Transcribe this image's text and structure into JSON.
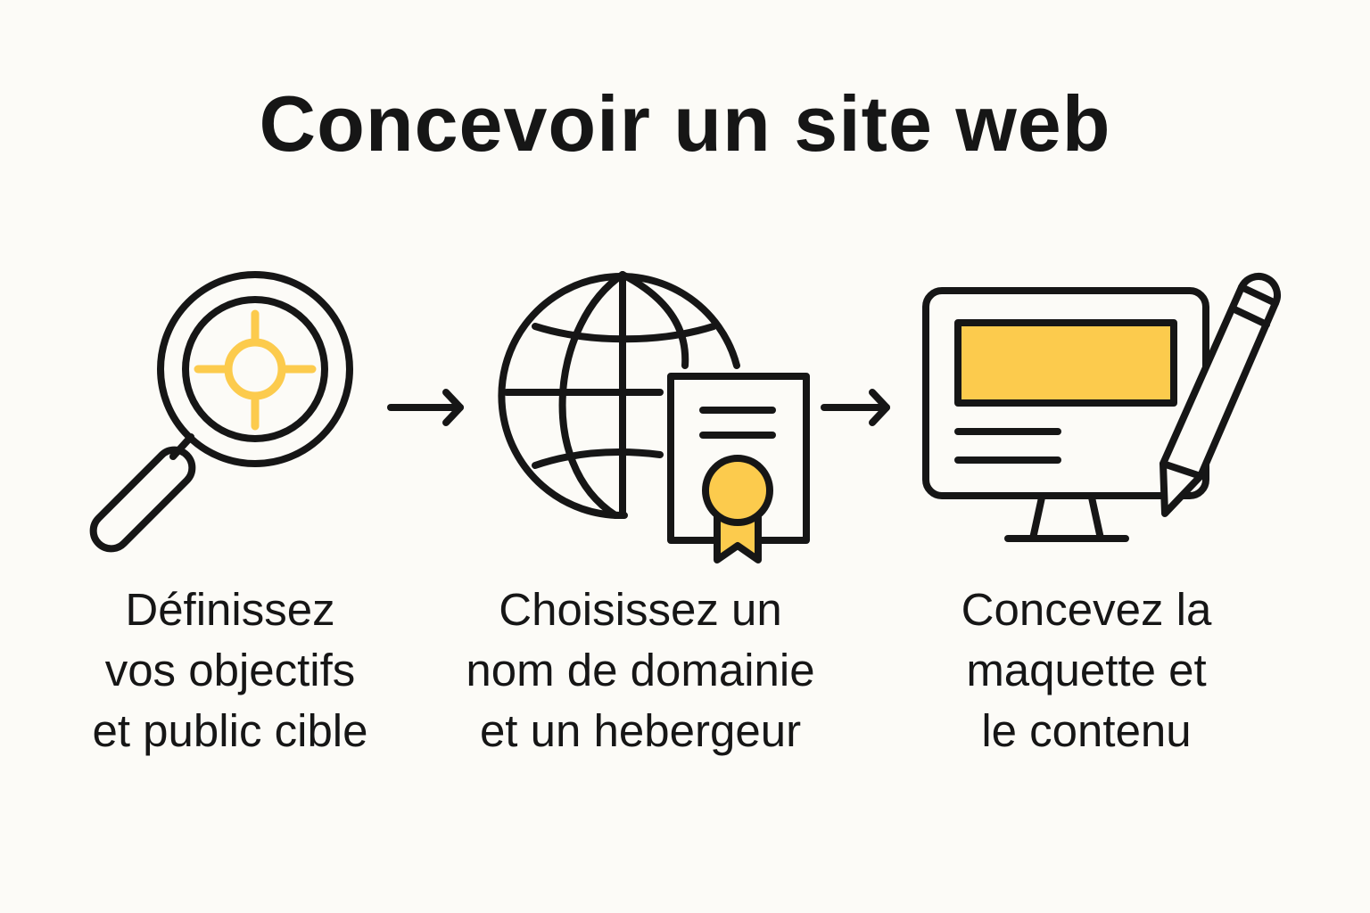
{
  "title": "Concevoir un site web",
  "colors": {
    "accent": "#fccb4d",
    "ink": "#161616",
    "background": "#fcfbf7"
  },
  "steps": [
    {
      "icon": "magnifier-target-icon",
      "lines": [
        "Définissez",
        "vos objectifs",
        "et public cible"
      ]
    },
    {
      "icon": "globe-certificate-icon",
      "lines": [
        "Choisissez un",
        "nom de domainie",
        "et un hebergeur"
      ]
    },
    {
      "icon": "monitor-pencil-icon",
      "lines": [
        "Concevez la",
        "maquette et",
        "le contenu"
      ]
    }
  ]
}
